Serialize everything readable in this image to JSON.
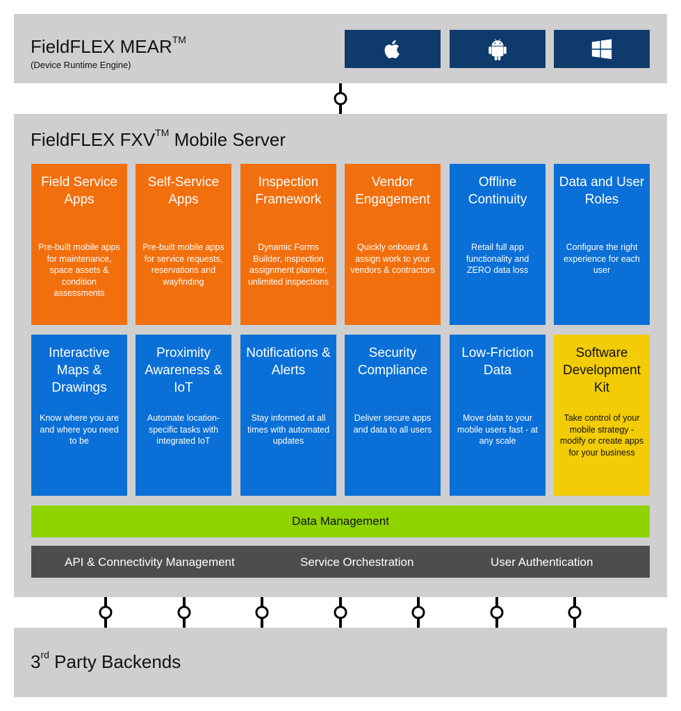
{
  "mear": {
    "title": "FieldFLEX MEAR",
    "title_sup": "TM",
    "subtitle": "(Device Runtime Engine)",
    "platforms": [
      {
        "name": "apple-icon",
        "color": "#0e3b6b"
      },
      {
        "name": "android-icon",
        "color": "#0e3b6b"
      },
      {
        "name": "windows-icon",
        "color": "#0e3b6b"
      }
    ]
  },
  "server": {
    "title_pre": "FieldFLEX FXV",
    "title_sup": "TM",
    "title_post": " Mobile Server",
    "tiles_row1": [
      {
        "title": "Field Service Apps",
        "desc": "Pre-built mobile apps for maintenance, space assets & condition assessments",
        "color": "orange"
      },
      {
        "title": "Self-Service Apps",
        "desc": "Pre-built mobile apps for service requests, reservations and wayfinding",
        "color": "orange"
      },
      {
        "title": "Inspection Framework",
        "desc": "Dynamic Forms Builder, inspection assignment planner, unlimited inspections",
        "color": "orange"
      },
      {
        "title": "Vendor Engagement",
        "desc": "Quickly onboard & assign work to your vendors & contractors",
        "color": "orange"
      },
      {
        "title": "Offline Continuity",
        "desc": "Retail full app functionality and ZERO data loss",
        "color": "blue"
      },
      {
        "title": "Data and User Roles",
        "desc": "Configure the right experience for each user",
        "color": "blue"
      }
    ],
    "tiles_row2": [
      {
        "title": "Interactive Maps & Drawings",
        "desc": "Know where you are and where you need to be",
        "color": "blue"
      },
      {
        "title": "Proximity Awareness & IoT",
        "desc": "Automate location-specific tasks with integrated IoT",
        "color": "blue"
      },
      {
        "title": "Notifications & Alerts",
        "desc": "Stay informed at all times with automated updates",
        "color": "blue"
      },
      {
        "title": "Security Compliance",
        "desc": "Deliver secure apps and data to all users",
        "color": "blue"
      },
      {
        "title": "Low-Friction Data",
        "desc": "Move data to your mobile users fast - at any scale",
        "color": "blue"
      },
      {
        "title": "Software Development Kit",
        "desc": "Take control of your mobile strategy - modify or create apps for your business",
        "color": "yellow"
      }
    ],
    "data_management": "Data Management",
    "services": [
      "API & Connectivity Management",
      "Service Orchestration",
      "User Authentication"
    ]
  },
  "backends": {
    "title_pre": "3",
    "title_sup": "rd",
    "title_post": " Party Backends"
  },
  "colors": {
    "band": "#cfcfcf",
    "platform": "#0e3b6b",
    "orange": "#f26f0e",
    "blue": "#0a6fd6",
    "yellow": "#f2cc06",
    "data_management": "#8fd400",
    "services_bar": "#4d4d4d"
  }
}
